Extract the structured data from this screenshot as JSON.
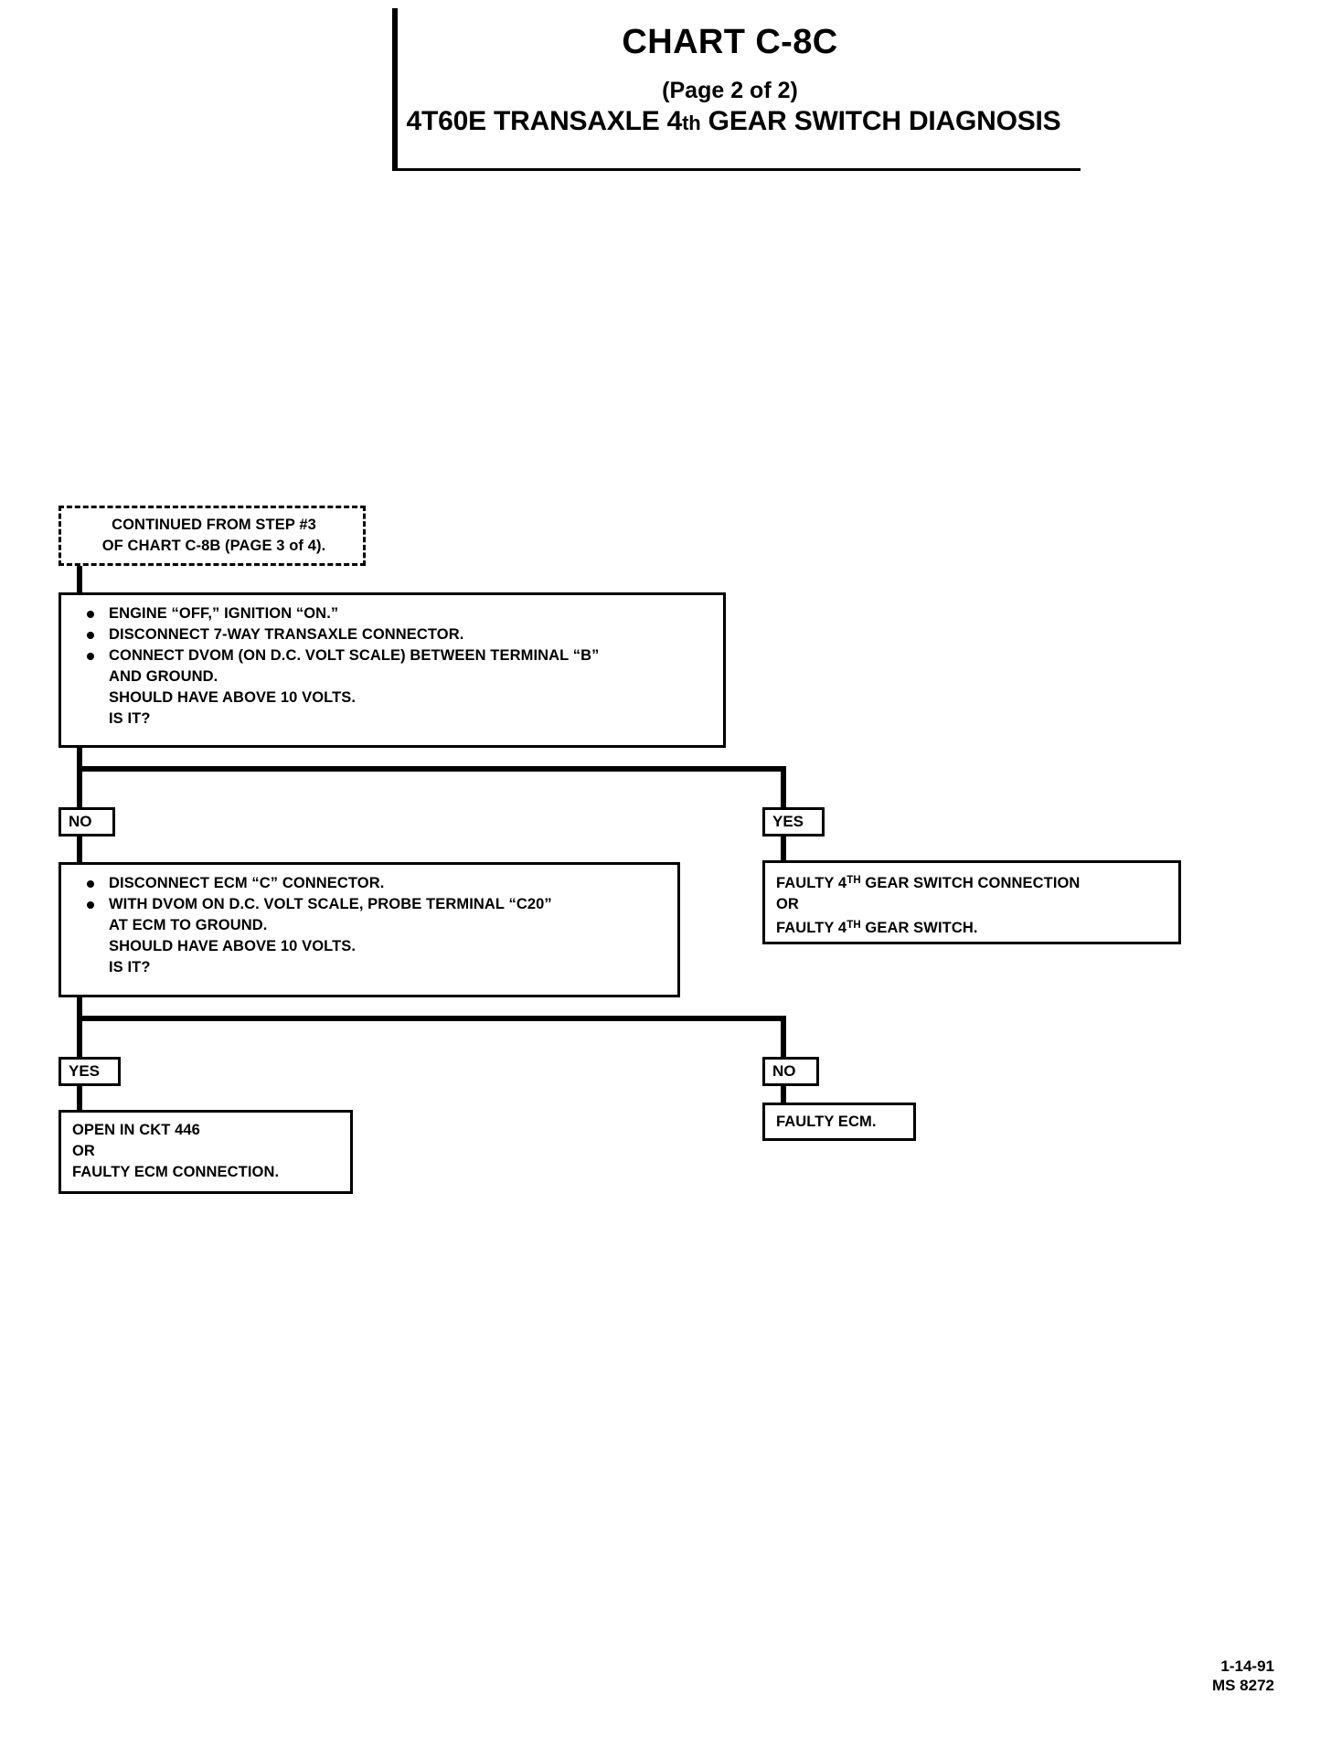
{
  "document": {
    "title": "CHART C-8C",
    "page_label": "(Page 2 of 2)",
    "subtitle_before_sup": "4T60E TRANSAXLE 4",
    "subtitle_sup": "th",
    "subtitle_after_sup": " GEAR SWITCH DIAGNOSIS"
  },
  "flow": {
    "continued_from": {
      "line1": "CONTINUED FROM STEP #3",
      "line2": "OF CHART C-8B (PAGE 3 of 4)."
    },
    "step1": {
      "bullet1": "ENGINE “OFF,” IGNITION “ON.”",
      "bullet2": "DISCONNECT 7-WAY TRANSAXLE CONNECTOR.",
      "bullet3": "CONNECT DVOM (ON D.C. VOLT SCALE) BETWEEN TERMINAL “B”",
      "bullet3_cont1": "AND GROUND.",
      "bullet3_cont2": "SHOULD HAVE ABOVE 10 VOLTS.",
      "bullet3_cont3": "IS IT?"
    },
    "step1_branch_no": "NO",
    "step1_branch_yes": "YES",
    "result_yes_1": {
      "line1_before_sup": "FAULTY 4",
      "line1_sup": "TH",
      "line1_after_sup": " GEAR SWITCH CONNECTION",
      "line2": "OR",
      "line3_before_sup": "FAULTY 4",
      "line3_sup": "TH",
      "line3_after_sup": " GEAR SWITCH."
    },
    "step2": {
      "bullet1": "DISCONNECT ECM “C” CONNECTOR.",
      "bullet2": "WITH DVOM ON D.C. VOLT SCALE, PROBE TERMINAL “C20”",
      "bullet2_cont1": "AT ECM TO GROUND.",
      "bullet2_cont2": "SHOULD HAVE ABOVE 10 VOLTS.",
      "bullet2_cont3": "IS IT?"
    },
    "step2_branch_yes": "YES",
    "step2_branch_no": "NO",
    "result_yes_2": {
      "line1": "OPEN IN CKT 446",
      "line2": "OR",
      "line3": "FAULTY ECM CONNECTION."
    },
    "result_no_2": {
      "line1": "FAULTY ECM."
    }
  },
  "footer": {
    "date": "1-14-91",
    "code": "MS 8272"
  }
}
